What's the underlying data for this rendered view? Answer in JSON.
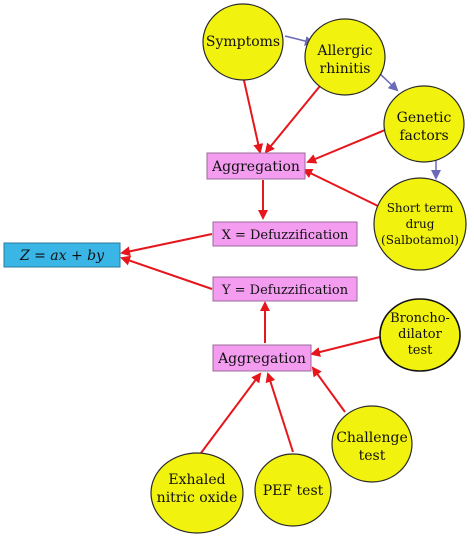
{
  "colors": {
    "circle_fill": "#f2f20f",
    "circle_stroke": "#2a2a2a",
    "box_fill": "#f39cf0",
    "box_stroke": "#9a6a9a",
    "formula_fill": "#39b5e6",
    "red_arrow": "#e6161c",
    "blue_arrow": "#6a6ab8"
  },
  "nodes": {
    "symptoms": {
      "lines": [
        "Symptoms"
      ]
    },
    "allergic_rhinitis": {
      "lines": [
        "Allergic",
        "rhinitis"
      ]
    },
    "genetic_factors": {
      "lines": [
        "Genetic",
        "factors"
      ]
    },
    "short_term_drug": {
      "lines": [
        "Short term",
        "drug",
        "(Salbotamol)"
      ]
    },
    "bronchodilator_test": {
      "lines": [
        "Broncho-",
        "dilator",
        "test"
      ]
    },
    "challenge_test": {
      "lines": [
        "Challenge",
        "test"
      ]
    },
    "pef_test": {
      "lines": [
        "PEF test"
      ]
    },
    "exhaled_nitric_oxide": {
      "lines": [
        "Exhaled",
        "nitric oxide"
      ]
    }
  },
  "boxes": {
    "aggregation_top": "Aggregation",
    "x_defuzzification": "X = Defuzzification",
    "y_defuzzification": "Y = Defuzzification",
    "aggregation_bottom": "Aggregation"
  },
  "formula": "Z = ax + by"
}
